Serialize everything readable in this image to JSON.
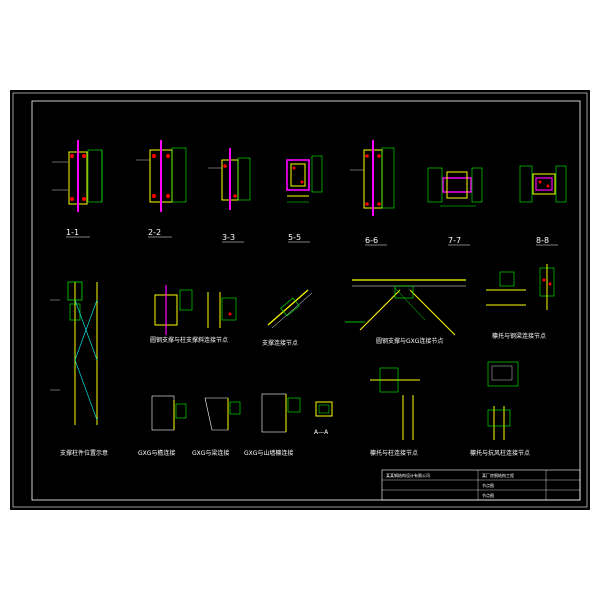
{
  "sheet": {
    "background": "#000000",
    "frame_color": "#ffffff",
    "colors": {
      "steel": "#ffff00",
      "plate": "#ff00ff",
      "dimension": "#00ff00",
      "bolt": "#ff0000",
      "weld": "#00ffff"
    }
  },
  "sections": [
    "1-1",
    "2-2",
    "3-3",
    "5-5",
    "6-6",
    "7-7",
    "8-8"
  ],
  "details": {
    "column_layout": "支撑柱件位置示意",
    "brace_connection": "圆钢支撑与柱支撑斜连接节点",
    "brace_node": "支撑连接节点",
    "tie_node": "圆钢支撑与GXG连接节点",
    "purlin_node": "檩托与钢梁连接节点",
    "gxg_rail": "GXG与檐连接",
    "gxg_beam": "GXG与梁连接",
    "gxg_gable": "GXG与山墙檩连接",
    "section_aa": "A—A",
    "purlin_column": "檩托与柱连接节点",
    "wind_column": "檩托与抗风柱连接节点"
  },
  "title_block": {
    "company": "某某钢结构设计有限公司",
    "project": "某厂房钢结构工程",
    "drawing": "节点图",
    "sheet_label": "节点图"
  }
}
